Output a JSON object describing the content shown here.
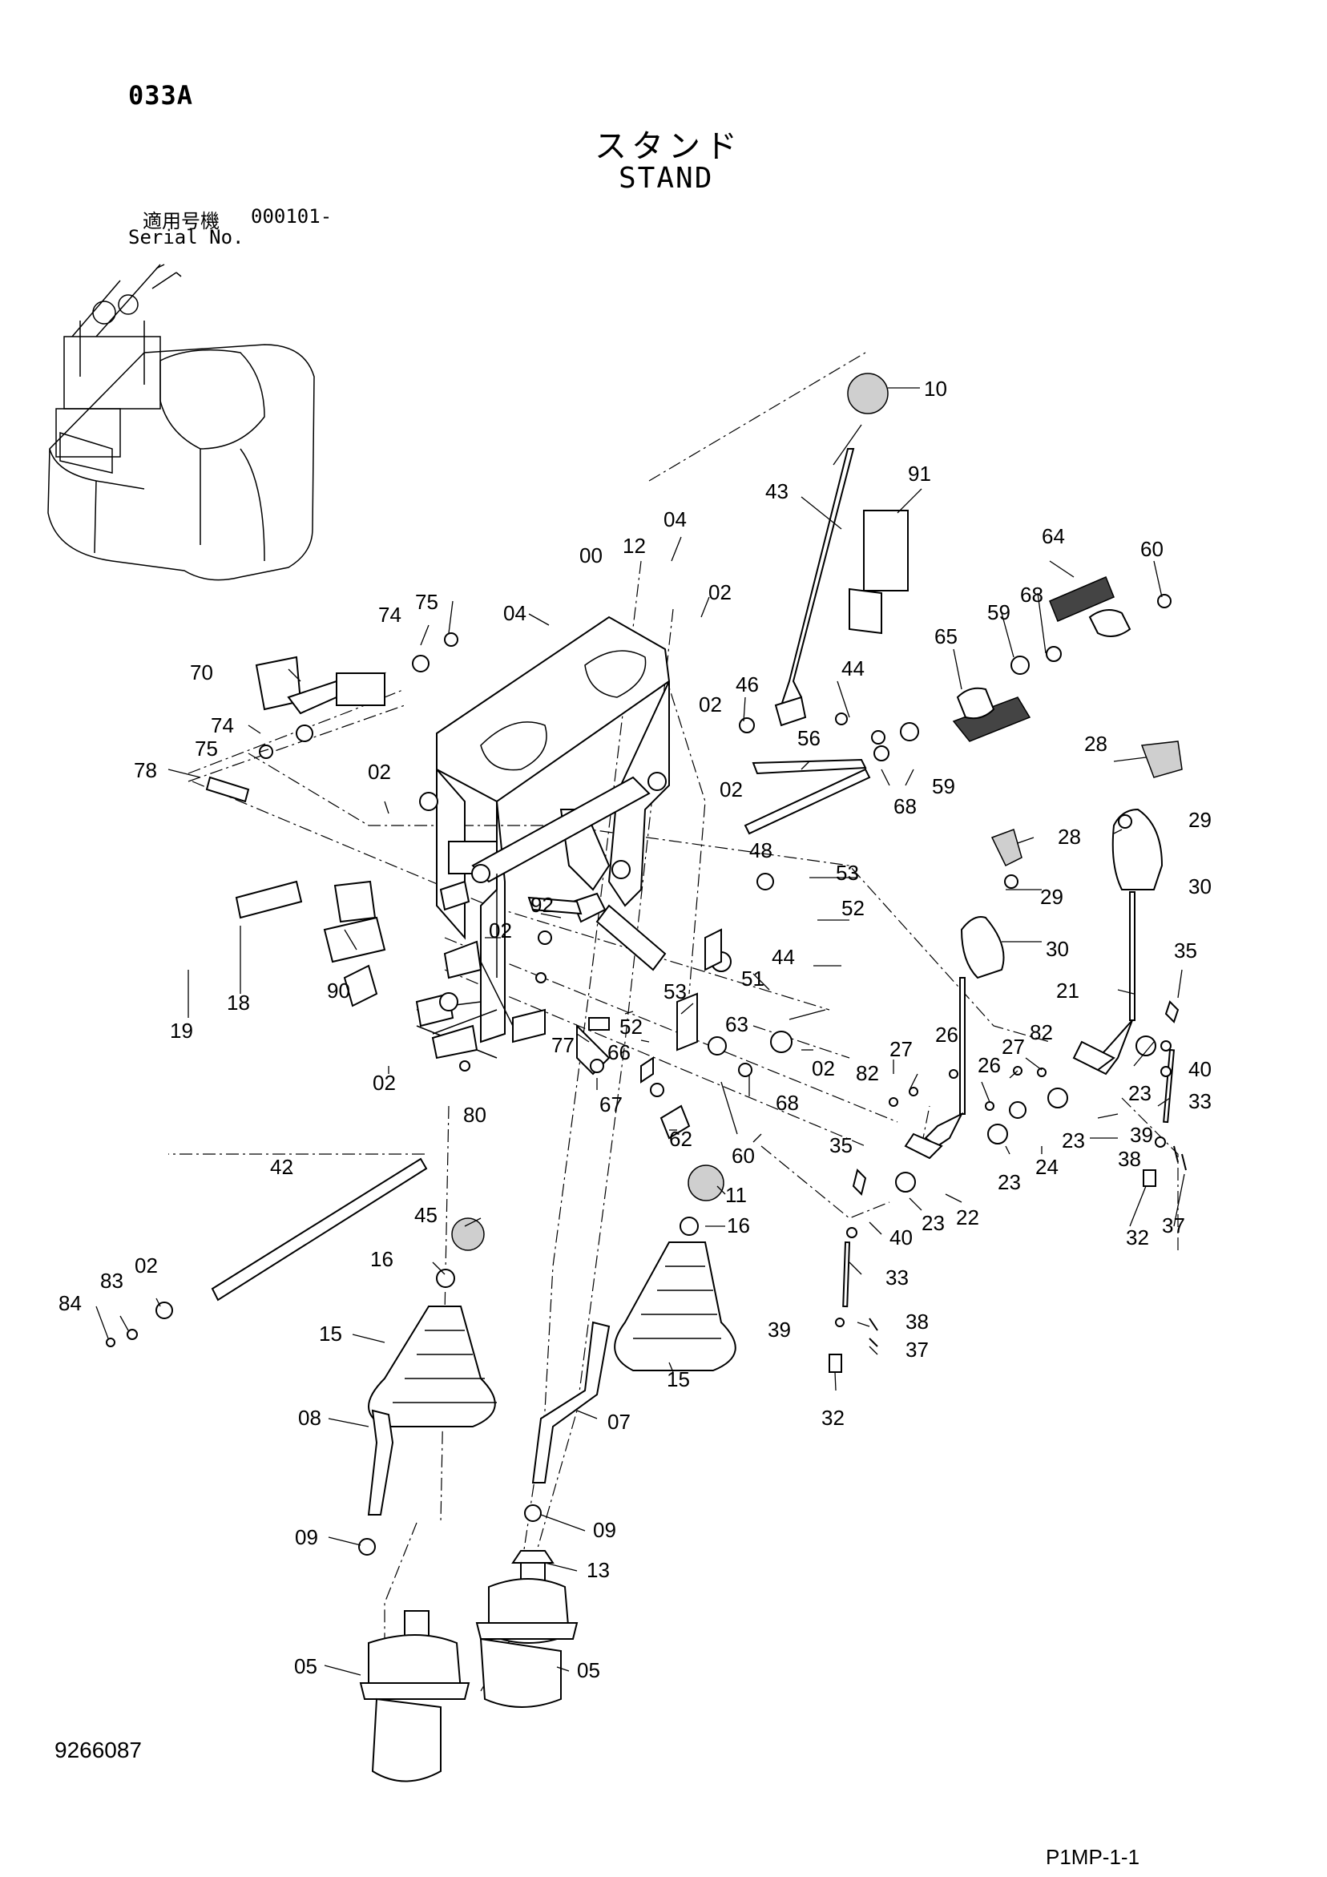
{
  "header": {
    "page_code": "033A",
    "title_jp": "スタンド",
    "title_en": "STAND",
    "serial_label_jp": "適用号機",
    "serial_number": "000101-",
    "serial_label_en": "Serial No."
  },
  "footer": {
    "drawing_number": "9266087",
    "sheet_code": "P1MP-1-1"
  },
  "callouts": {
    "c10": "10",
    "c91": "91",
    "c43": "43",
    "c64": "64",
    "c60a": "60",
    "c68a": "68",
    "c59a": "59",
    "c65": "65",
    "c04a": "04",
    "c12": "12",
    "c00": "00",
    "c02a": "02",
    "c04b": "04",
    "c75a": "75",
    "c74a": "74",
    "c70": "70",
    "c74b": "74",
    "c75b": "75",
    "c78": "78",
    "c02b": "02",
    "c46": "46",
    "c02c": "02",
    "c44a": "44",
    "c56": "56",
    "c68b": "68",
    "c59b": "59",
    "c28a": "28",
    "c29a": "29",
    "c02d": "02",
    "c48": "48",
    "c28b": "28",
    "c30a": "30",
    "c53a": "53",
    "c52a": "52",
    "c29b": "29",
    "c92": "92",
    "c44b": "44",
    "c30b": "30",
    "c02e": "02",
    "c51": "51",
    "c35a": "35",
    "c21": "21",
    "c53b": "53",
    "c19": "19",
    "c18": "18",
    "c90": "90",
    "c52b": "52",
    "c63": "63",
    "c77": "77",
    "c66": "66",
    "c26a": "26",
    "c82a": "82",
    "c27a": "27",
    "c02f": "02",
    "c40a": "40",
    "c02g": "02",
    "c80": "80",
    "c67": "67",
    "c68c": "68",
    "c82b": "82",
    "c27b": "27",
    "c26b": "26",
    "c33a": "33",
    "c23a": "23",
    "c62": "62",
    "c60b": "60",
    "c39a": "39",
    "c23b": "23",
    "c38a": "38",
    "c35b": "35",
    "c24": "24",
    "c23c": "23",
    "c42": "42",
    "c11": "11",
    "c23d": "23",
    "c22": "22",
    "c32a": "32",
    "c37a": "37",
    "c45": "45",
    "c16a": "16",
    "c40b": "40",
    "c02h": "02",
    "c16b": "16",
    "c33b": "33",
    "c83": "83",
    "c84": "84",
    "c15a": "15",
    "c39b": "39",
    "c38b": "38",
    "c37b": "37",
    "c15b": "15",
    "c32b": "32",
    "c08": "08",
    "c07": "07",
    "c09a": "09",
    "c09b": "09",
    "c13": "13",
    "c05a": "05",
    "c05b": "05"
  }
}
